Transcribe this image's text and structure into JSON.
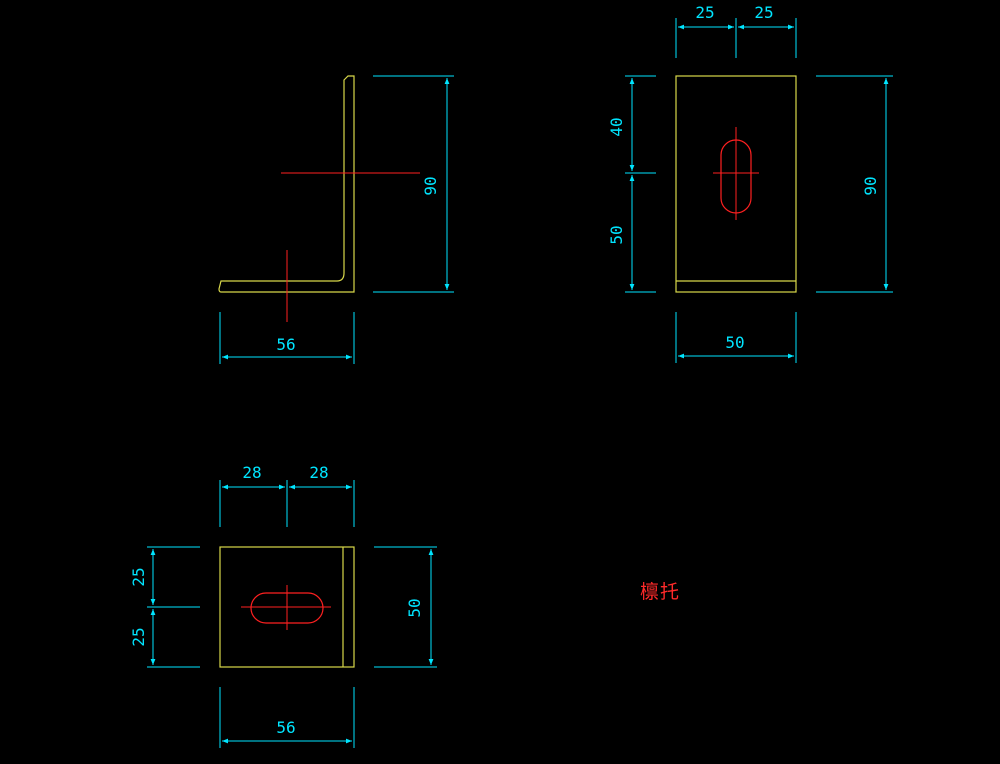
{
  "colors": {
    "background": "#000000",
    "part_outline": "#d8d84a",
    "centerline": "#ff2020",
    "dimension": "#00e5ff"
  },
  "drawing": {
    "title": "檩托",
    "side_view": {
      "dims": {
        "height": "90",
        "width": "56"
      }
    },
    "front_view": {
      "dims": {
        "top_left": "25",
        "top_right": "25",
        "left_upper": "40",
        "left_lower": "50",
        "right_height": "90",
        "bottom_width": "50"
      }
    },
    "top_view": {
      "dims": {
        "top_left": "28",
        "top_right": "28",
        "left_upper": "25",
        "left_lower": "25",
        "right_height": "50",
        "bottom_width": "56"
      }
    }
  }
}
